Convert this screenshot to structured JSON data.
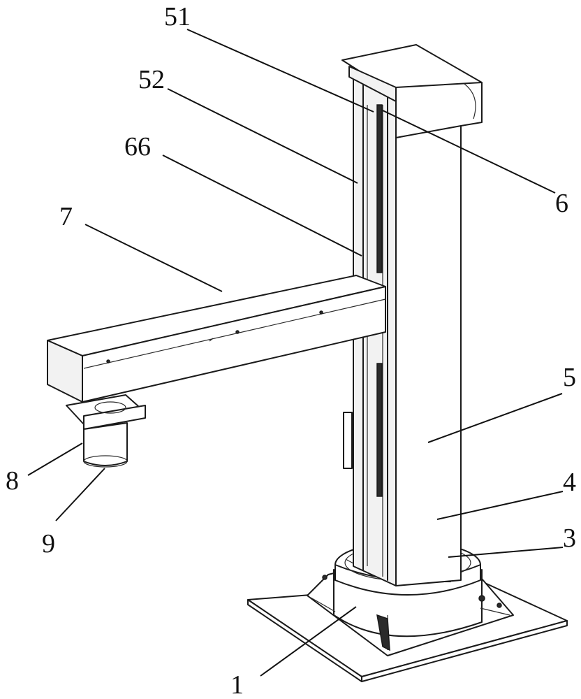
{
  "labels": {
    "l51": "51",
    "l52": "52",
    "l66": "66",
    "l7": "7",
    "l6": "6",
    "l5": "5",
    "l4": "4",
    "l3": "3",
    "l8": "8",
    "l9": "9",
    "l1": "1"
  }
}
